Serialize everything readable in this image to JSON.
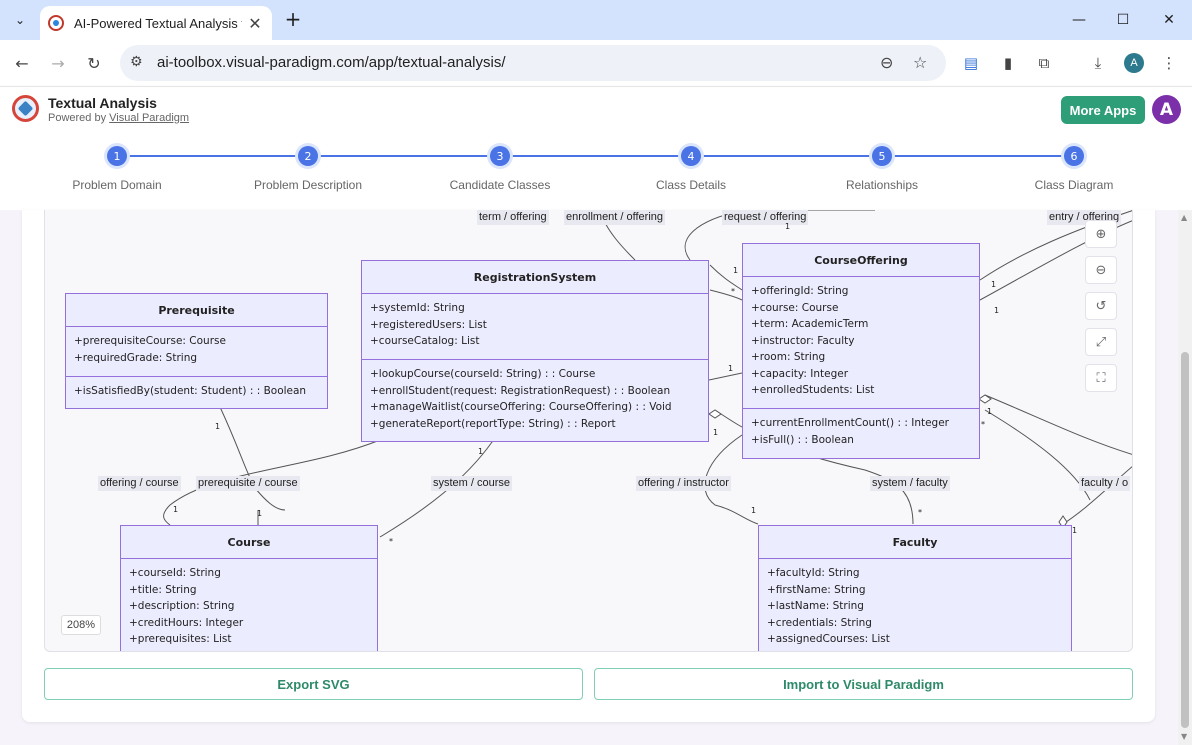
{
  "browser": {
    "tab_title": "AI-Powered Textual Analysis for",
    "url": "ai-toolbox.visual-paradigm.com/app/textual-analysis/",
    "profile_initial": "A"
  },
  "app": {
    "title": "Textual Analysis",
    "powered_prefix": "Powered by",
    "powered_link": "Visual Paradigm",
    "more_apps": "More Apps",
    "avatar_initial": "A"
  },
  "steps": [
    {
      "num": "1",
      "label": "Problem Domain"
    },
    {
      "num": "2",
      "label": "Problem Description"
    },
    {
      "num": "3",
      "label": "Candidate Classes"
    },
    {
      "num": "4",
      "label": "Class Details"
    },
    {
      "num": "5",
      "label": "Relationships"
    },
    {
      "num": "6",
      "label": "Class Diagram"
    }
  ],
  "diagram": {
    "classes": {
      "prerequisite": {
        "name": "Prerequisite",
        "attributes": [
          "+prerequisiteCourse: Course",
          "+requiredGrade: String"
        ],
        "operations": [
          "+isSatisfiedBy(student: Student) : : Boolean"
        ]
      },
      "registration": {
        "name": "RegistrationSystem",
        "attributes": [
          "+systemId: String",
          "+registeredUsers: List",
          "+courseCatalog: List"
        ],
        "operations": [
          "+lookupCourse(courseId: String) : : Course",
          "+enrollStudent(request: RegistrationRequest) : : Boolean",
          "+manageWaitlist(courseOffering: CourseOffering) : : Void",
          "+generateReport(reportType: String) : : Report"
        ]
      },
      "offering": {
        "name": "CourseOffering",
        "attributes": [
          "+offeringId: String",
          "+course: Course",
          "+term: AcademicTerm",
          "+instructor: Faculty",
          "+room: String",
          "+capacity: Integer",
          "+enrolledStudents: List"
        ],
        "operations": [
          "+currentEnrollmentCount() : : Integer",
          "+isFull() : : Boolean"
        ]
      },
      "course": {
        "name": "Course",
        "attributes": [
          "+courseId: String",
          "+title: String",
          "+description: String",
          "+creditHours: Integer",
          "+prerequisites: List"
        ]
      },
      "faculty": {
        "name": "Faculty",
        "attributes": [
          "+facultyId: String",
          "+firstName: String",
          "+lastName: String",
          "+credentials: String",
          "+assignedCourses: List"
        ]
      }
    },
    "edge_labels": {
      "term_offering": "term / offering",
      "enrollment_offering": "enrollment / offering",
      "request_offering": "request / offering",
      "entry_offering": "entry / offering",
      "offering_course": "offering / course",
      "prerequisite_course": "prerequisite / course",
      "system_course": "system / course",
      "offering_instructor": "offering / instructor",
      "system_faculty": "system / faculty",
      "faculty_o": "faculty / o"
    },
    "multiplicities": {
      "one": "1",
      "many": "*"
    },
    "zoom": "208%"
  },
  "actions": {
    "export": "Export SVG",
    "import": "Import to Visual Paradigm"
  }
}
